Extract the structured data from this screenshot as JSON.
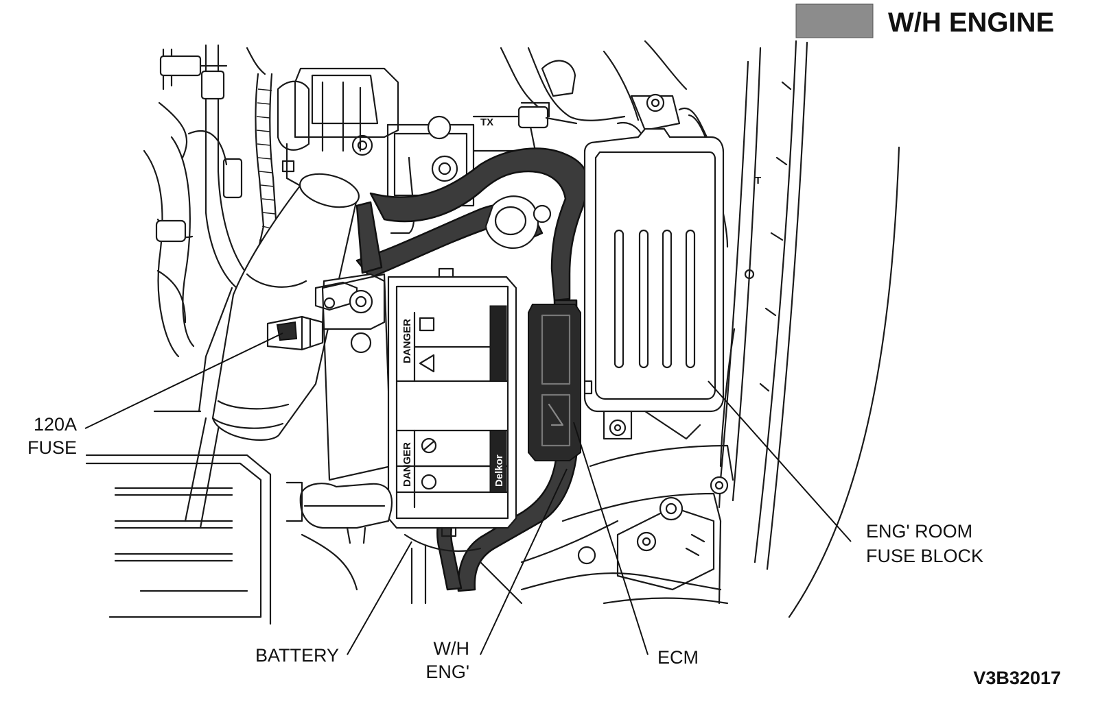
{
  "header": {
    "title": "W/H ENGINE",
    "swatch_color": "#8c8c8c"
  },
  "figure_id": "V3B32017",
  "labels": {
    "fuse_120a_line1": "120A",
    "fuse_120a_line2": "FUSE",
    "battery": "BATTERY",
    "wh_eng_line1": "W/H",
    "wh_eng_line2": "ENG'",
    "ecm": "ECM",
    "fuse_block_line1": "ENG' ROOM",
    "fuse_block_line2": "FUSE BLOCK"
  },
  "drawing_text": {
    "tx": "TX",
    "t": "T",
    "danger_1": "DANGER",
    "danger_2": "DANGER",
    "battery_brand": "Delkor"
  },
  "colors": {
    "harness": "#3b3b3b",
    "ink": "#1a1a1a"
  }
}
